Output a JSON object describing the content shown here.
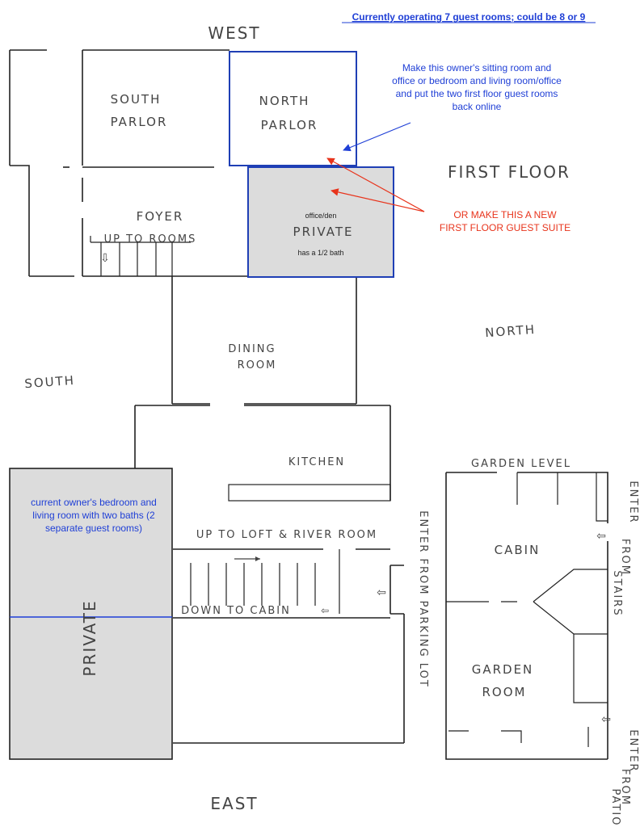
{
  "header": {
    "note": "Currently operating 7 guest rooms; could be 8 or 9"
  },
  "compass": {
    "west": "WEST",
    "south": "SOUTH",
    "north": "NORTH",
    "east": "EAST"
  },
  "floors": {
    "first": "FIRST FLOOR",
    "garden": "GARDEN LEVEL"
  },
  "rooms": {
    "south_parlor_1": "SOUTH",
    "south_parlor_2": "PARLOR",
    "north_parlor_1": "NORTH",
    "north_parlor_2": "PARLOR",
    "foyer": "FOYER",
    "up_to_rooms": "UP TO ROOMS",
    "office_small": "office/den",
    "private": "PRIVATE",
    "half_bath": "has a 1/2 bath",
    "dining_1": "DINING",
    "dining_2": "ROOM",
    "kitchen": "KITCHEN",
    "up_to_loft": "UP TO LOFT & RIVER ROOM",
    "down_to_cabin": "DOWN TO CABIN",
    "private_east": "PRIVATE",
    "enter_parking": "ENTER FROM PARKING LOT",
    "cabin": "CABIN",
    "garden_room_1": "GARDEN",
    "garden_room_2": "ROOM",
    "enter_stairs_1": "ENTER",
    "enter_stairs_2": "FROM",
    "enter_stairs_3": "STAIRS",
    "enter_patio_1": "ENTER",
    "enter_patio_2": "FROM",
    "enter_patio_3": "PATIO"
  },
  "notes": {
    "blue_1": "Make this owner's sitting room and",
    "blue_2": "office or bedroom and living room/office",
    "blue_3": "and put the two first floor guest rooms",
    "blue_4": "back online",
    "red_1": "OR MAKE THIS A NEW",
    "red_2": "FIRST FLOOR GUEST SUITE",
    "owner_1": "current owner's bedroom and",
    "owner_2": "living room with two baths (2",
    "owner_3": "separate guest rooms)"
  },
  "colors": {
    "note_blue": "#1f3fd6",
    "note_red": "#e8341c",
    "private_fill": "#dcdcdc",
    "highlight_border": "#1f3fb5"
  }
}
